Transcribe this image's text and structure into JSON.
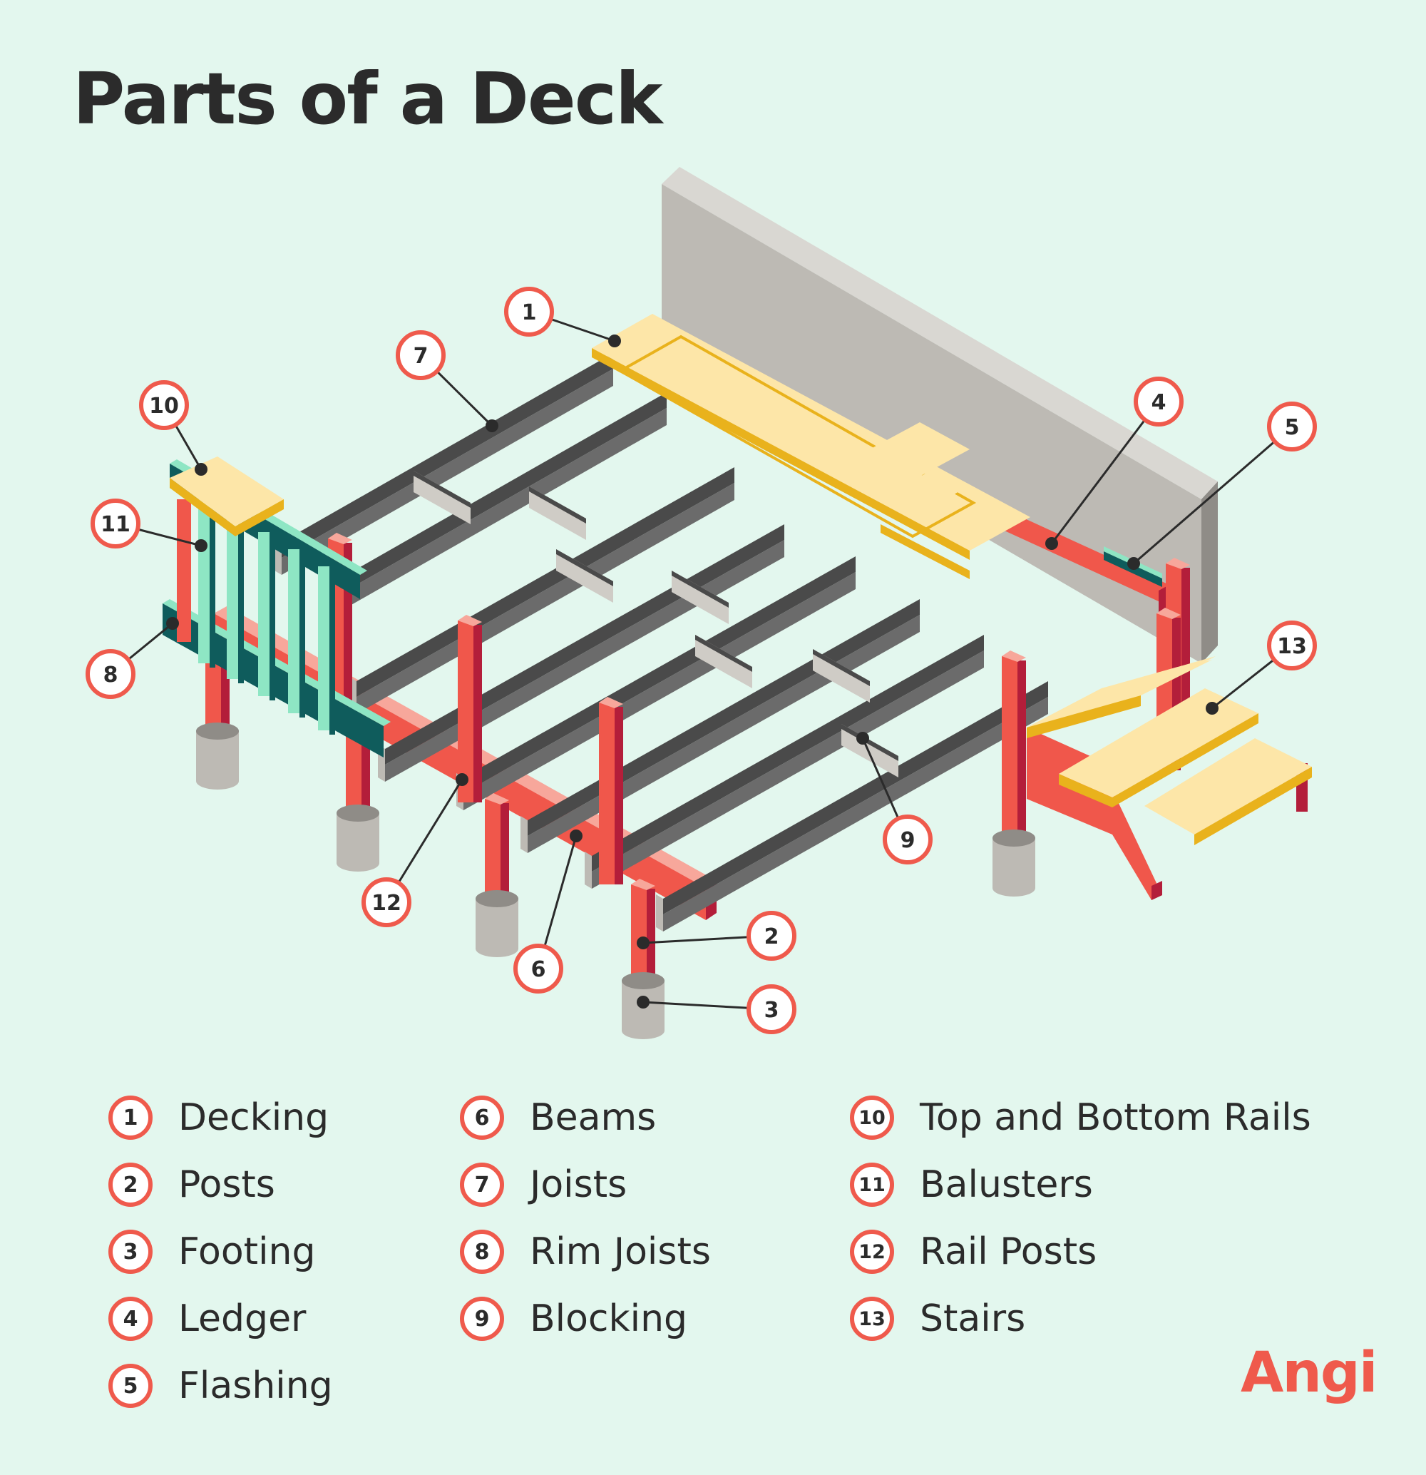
{
  "title": "Parts of a Deck",
  "brand": "Angi",
  "colors": {
    "background": "#e3f7ee",
    "accent_red": "#ef5a4c",
    "post_red": "#f0574b",
    "joist_gray": "#6b6b6b",
    "wall_gray": "#bdbab4",
    "decking_yellow": "#fde6a8",
    "rail_teal": "#0f5c5c",
    "baluster_mint": "#8ee6c4"
  },
  "legend": [
    {
      "num": "1",
      "label": "Decking"
    },
    {
      "num": "2",
      "label": "Posts"
    },
    {
      "num": "3",
      "label": "Footing"
    },
    {
      "num": "4",
      "label": "Ledger"
    },
    {
      "num": "5",
      "label": "Flashing"
    },
    {
      "num": "6",
      "label": "Beams"
    },
    {
      "num": "7",
      "label": "Joists"
    },
    {
      "num": "8",
      "label": "Rim Joists"
    },
    {
      "num": "9",
      "label": "Blocking"
    },
    {
      "num": "10",
      "label": "Top and Bottom Rails"
    },
    {
      "num": "11",
      "label": "Balusters"
    },
    {
      "num": "12",
      "label": "Rail Posts"
    },
    {
      "num": "13",
      "label": "Stairs"
    }
  ]
}
